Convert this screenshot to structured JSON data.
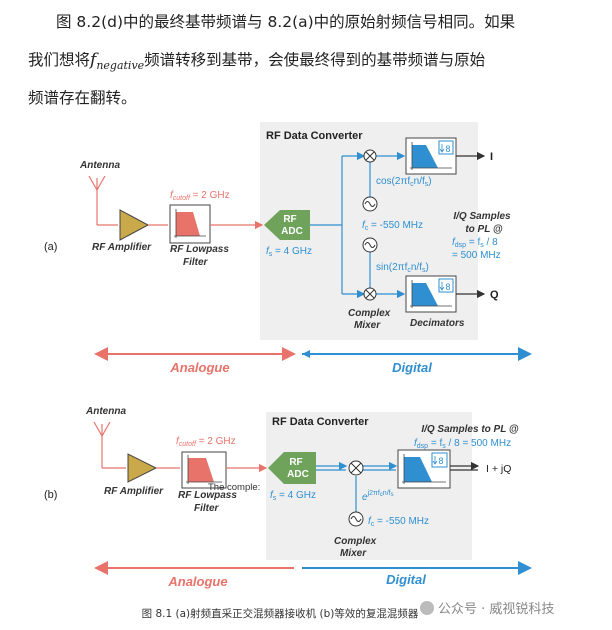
{
  "text": {
    "line1": "图 8.2(d)中的最终基带频谱与 8.2(a)中的原始射频信号相同。如果",
    "line2_pre": "我们想将",
    "line2_f": "f",
    "line2_sub": "negative",
    "line2_post": "频谱转移到基带，会使最终得到的基带频谱与原始",
    "line3": "频谱存在翻转。"
  },
  "figure_a": {
    "label": "(a)",
    "antenna": "Antenna",
    "amp_label": "RF Amplifier",
    "fcutoff": "f",
    "fcutoff_sub": "cutoff",
    "fcutoff_val": " = 2 GHz",
    "lpf_label1": "RF Lowpass",
    "lpf_label2": "Filter",
    "converter_title": "RF Data Converter",
    "adc1": "RF",
    "adc2": "ADC",
    "fs": "f",
    "fs_sub": "s",
    "fs_val": " = 4 GHz",
    "cos": "cos(2πf",
    "cos_sub1": "c",
    "cos_mid": "n/f",
    "cos_sub2": "s",
    "cos_end": ")",
    "sin": "sin(2πf",
    "sin_sub1": "c",
    "sin_mid": "n/f",
    "sin_sub2": "s",
    "sin_end": ")",
    "fc": "f",
    "fc_sub": "c",
    "fc_val": " = -550 MHz",
    "out_i": "I",
    "out_q": "Q",
    "dec_factor": "8",
    "iq1": "I/Q Samples",
    "iq2": "to PL @",
    "fdsp": "f",
    "fdsp_sub": "dsp",
    "fdsp_mid": " = f",
    "fdsp_sub2": "s",
    "fdsp_end": " / 8",
    "iq_rate": "= 500 MHz",
    "mixer1": "Complex",
    "mixer2": "Mixer",
    "decimators": "Decimators",
    "analogue": "Analogue",
    "digital": "Digital"
  },
  "figure_b": {
    "label": "(b)",
    "antenna": "Antenna",
    "amp_label": "RF Amplifier",
    "fcutoff": "f",
    "fcutoff_sub": "cutoff",
    "fcutoff_val": " = 2 GHz",
    "lpf_label1": "RF Lowpass",
    "lpf_label2": "Filter",
    "overlap": "The comple:",
    "converter_title": "RF Data Converter",
    "adc1": "RF",
    "adc2": "ADC",
    "fs": "f",
    "fs_sub": "s",
    "fs_val": " = 4 GHz",
    "exp": "e",
    "exp_sup": "j2πf",
    "exp_sup2": "c",
    "exp_sup3": "n/f",
    "exp_sup4": "s",
    "fc": "f",
    "fc_sub": "c",
    "fc_val": " = -550 MHz",
    "iq1": "I/Q Samples to PL @",
    "fdsp": "f",
    "fdsp_sub": "dsp",
    "fdsp_mid": " = f",
    "fdsp_sub2": "s",
    "fdsp_end": " / 8 = 500 MHz",
    "dec_factor": "8",
    "output": "I + jQ",
    "mixer1": "Complex",
    "mixer2": "Mixer",
    "analogue": "Analogue",
    "digital": "Digital"
  },
  "caption": "图  8.1 (a)射频直采正交混频器接收机  (b)等效的复混混频器",
  "watermark": "公众号 · 威视锐科技",
  "colors": {
    "salmon": "#e8736a",
    "blue": "#2f8fd0",
    "adc_green": "#6fa35c",
    "amp_gold": "#c9a94a",
    "panel": "#efefef"
  }
}
